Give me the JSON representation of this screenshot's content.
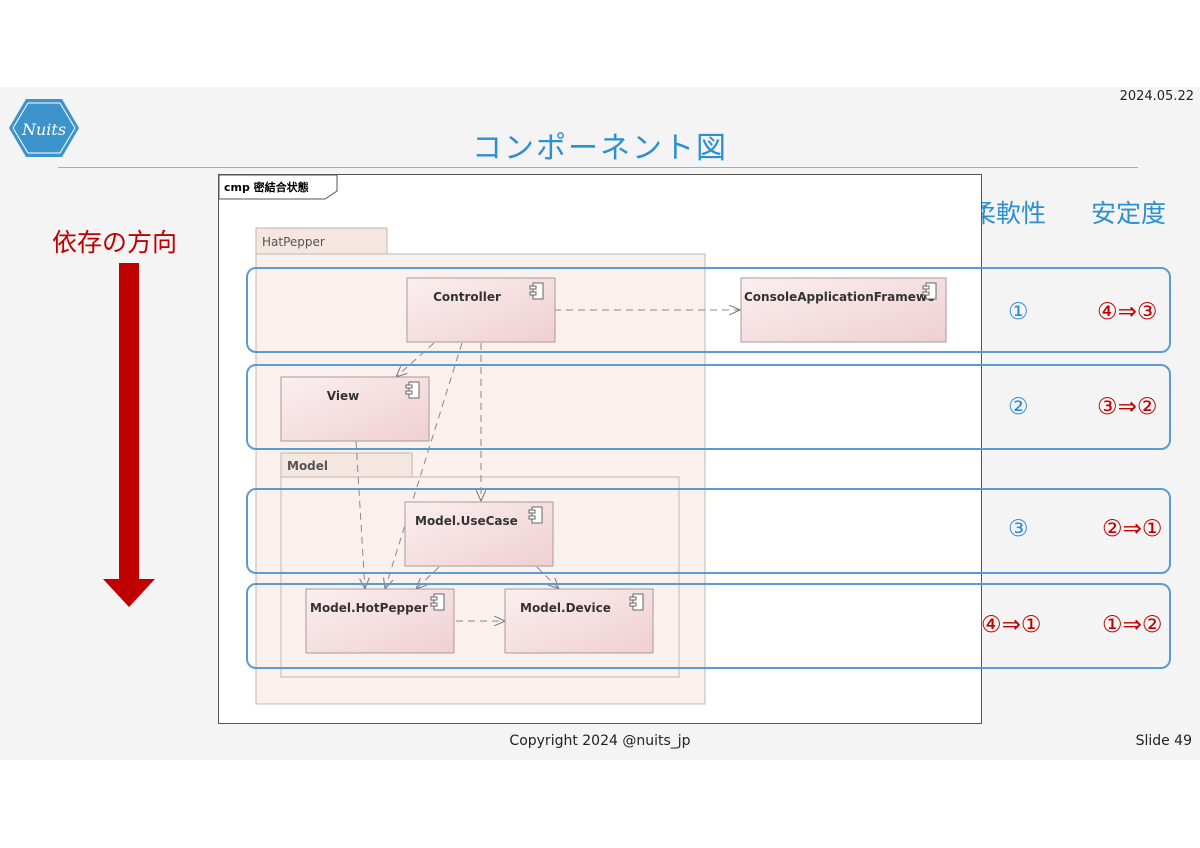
{
  "date": "2024.05.22",
  "logo_text": "Nuits",
  "title": "コンポーネント図",
  "direction_label": "依存の方向",
  "headers": {
    "flexibility": "柔軟性",
    "stability": "安定度"
  },
  "diagram": {
    "frame_label": "cmp 密結合状態",
    "package_hatpepper": "HatPepper",
    "package_model": "Model",
    "components": {
      "controller": "Controller",
      "console": "ConsoleApplicationFramewo",
      "view": "View",
      "usecase": "Model.UseCase",
      "hotpepper": "Model.HotPepper",
      "device": "Model.Device"
    }
  },
  "rows": [
    {
      "flex": "①",
      "stab": "④⇒③"
    },
    {
      "flex": "②",
      "stab": "③⇒②"
    },
    {
      "flex": "③",
      "stab": "②⇒①"
    },
    {
      "flex": "④⇒①",
      "stab": "①⇒②"
    }
  ],
  "colors": {
    "accent": "#2b8fd0",
    "red": "#c00000",
    "band": "#5b9bd5"
  },
  "footer": "Copyright 2024 @nuits_jp",
  "slide_number": "Slide 49"
}
